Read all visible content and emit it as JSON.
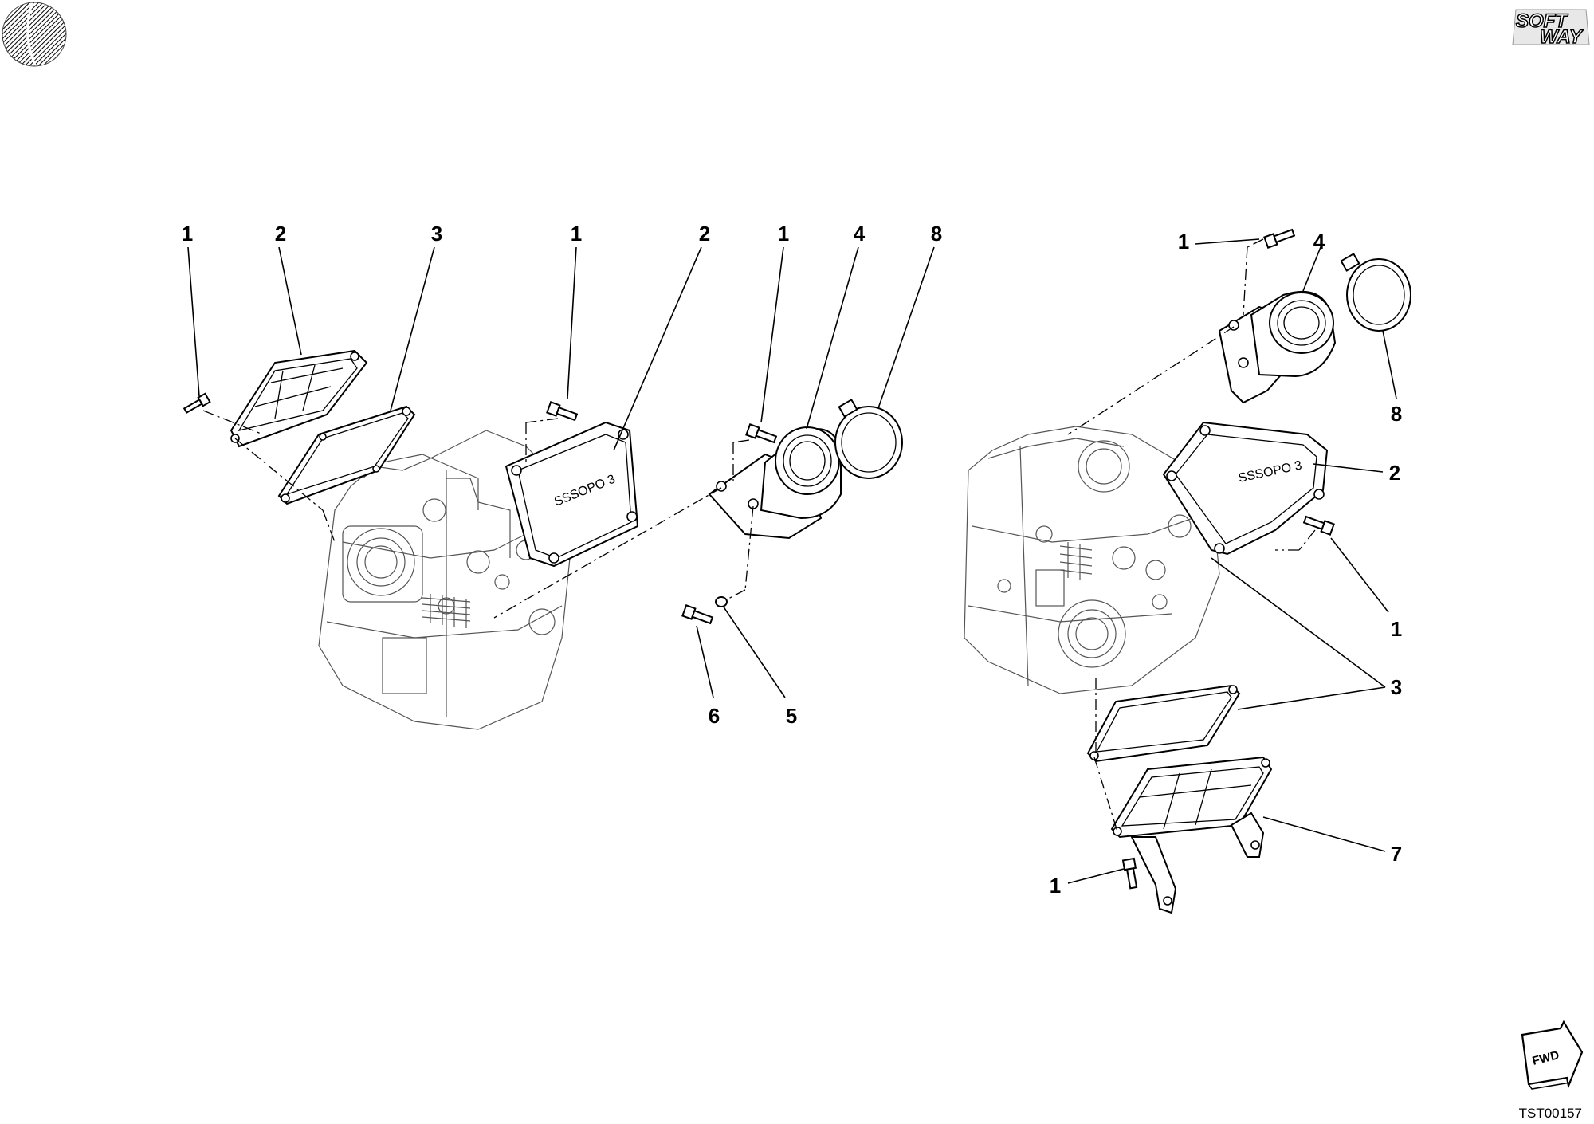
{
  "brand": {
    "logo_line1": "SOFT",
    "logo_line2": "WAY"
  },
  "direction_marker": "FWD",
  "drawing_code": "TST00157",
  "callouts": {
    "left": [
      "1",
      "2",
      "3",
      "1",
      "2",
      "1",
      "4",
      "8",
      "6",
      "5"
    ],
    "right": [
      "1",
      "4",
      "8",
      "2",
      "1",
      "3",
      "7",
      "1"
    ]
  },
  "cover_marking": "SSSOPO 3",
  "colors": {
    "ink": "#000000",
    "background": "#ffffff",
    "ghost": "#555555"
  }
}
